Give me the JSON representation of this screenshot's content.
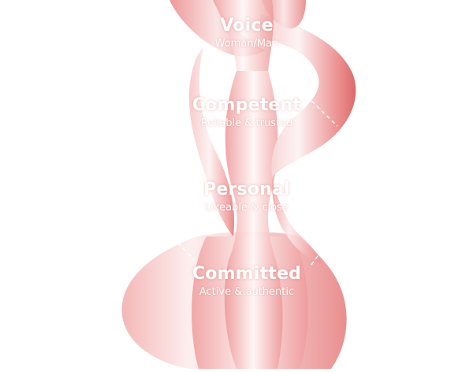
{
  "colors": {
    "ribbon_light": "#fbe7e7",
    "ribbon_mid": "#f2a8a8",
    "ribbon_deep": "#e06a6a",
    "text": "#ffffff",
    "dash": "#ffffff"
  },
  "layers": [
    {
      "title": "Voice",
      "subtitle": "Woman/Man"
    },
    {
      "title": "Competent",
      "subtitle": "Reliable & trusted"
    },
    {
      "title": "Personal",
      "subtitle": "Likeable & close"
    },
    {
      "title": "Committed",
      "subtitle": "Active & authentic"
    }
  ]
}
